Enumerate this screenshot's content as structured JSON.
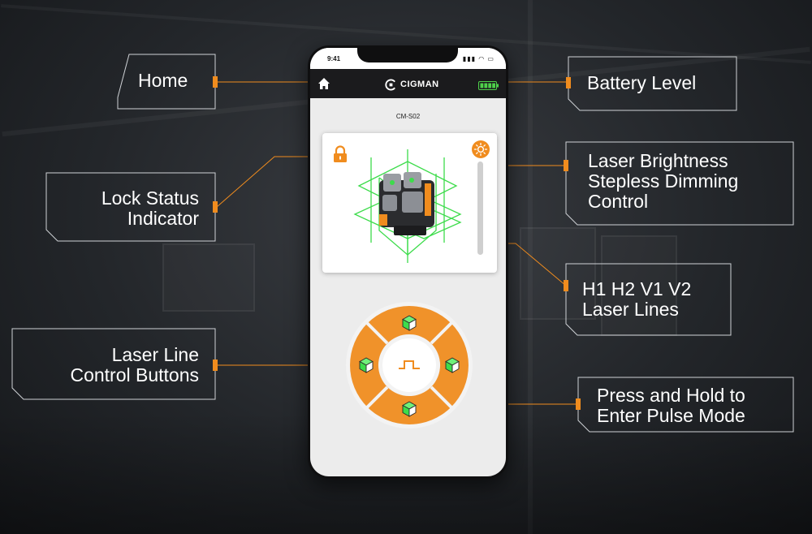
{
  "callouts": {
    "home": "Home",
    "battery": "Battery Level",
    "lock": [
      "Lock Status",
      "Indicator"
    ],
    "brightness": [
      "Laser Brightness",
      "Stepless Dimming",
      "Control"
    ],
    "laser_lines": [
      "H1 H2 V1 V2",
      "Laser Lines"
    ],
    "buttons": [
      "Laser Line",
      "Control Buttons"
    ],
    "pulse": [
      "Press and Hold to",
      "Enter Pulse Mode"
    ]
  },
  "phone": {
    "time": "9:41",
    "status_icons": "▮▮▮ ◠ ▭",
    "app_name": "CIGMAN",
    "device_name": "CM-S02",
    "battery_level": 1.0
  },
  "colors": {
    "accent": "#f08c1e",
    "laser_green": "#3ddc4b",
    "nav_bg": "#1b1b1d"
  },
  "icons": {
    "home": "home-icon",
    "battery": "battery-icon",
    "lock": "lock-icon",
    "brightness": "sun-icon",
    "pulse": "pulse-wave-icon",
    "laser_line": "cube-icon"
  }
}
